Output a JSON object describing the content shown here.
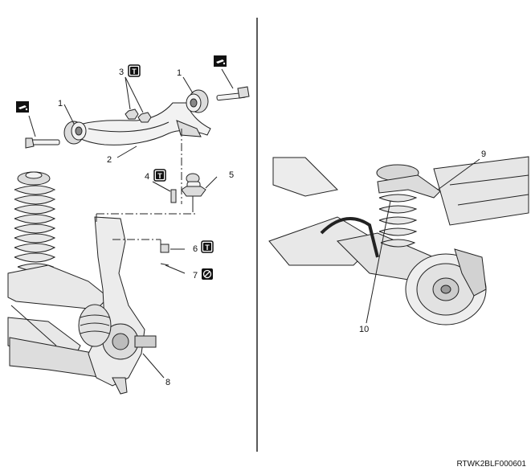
{
  "figure": {
    "code": "RTWK2BLF000601",
    "callouts": {
      "c1a": "1",
      "c1b": "1",
      "c2": "2",
      "c3": "3",
      "c4": "4",
      "c5": "5",
      "c6": "6",
      "c7": "7",
      "c8": "8",
      "c9": "9",
      "c10": "10"
    },
    "symbols": {
      "torque": "T",
      "grease": "grease-icon",
      "do-not-reuse": "no-reuse-icon"
    },
    "colors": {
      "line": "#222222",
      "part_fill": "#f2f2f2",
      "shade": "#cfcfcf",
      "symbol_bg": "#111111"
    }
  }
}
